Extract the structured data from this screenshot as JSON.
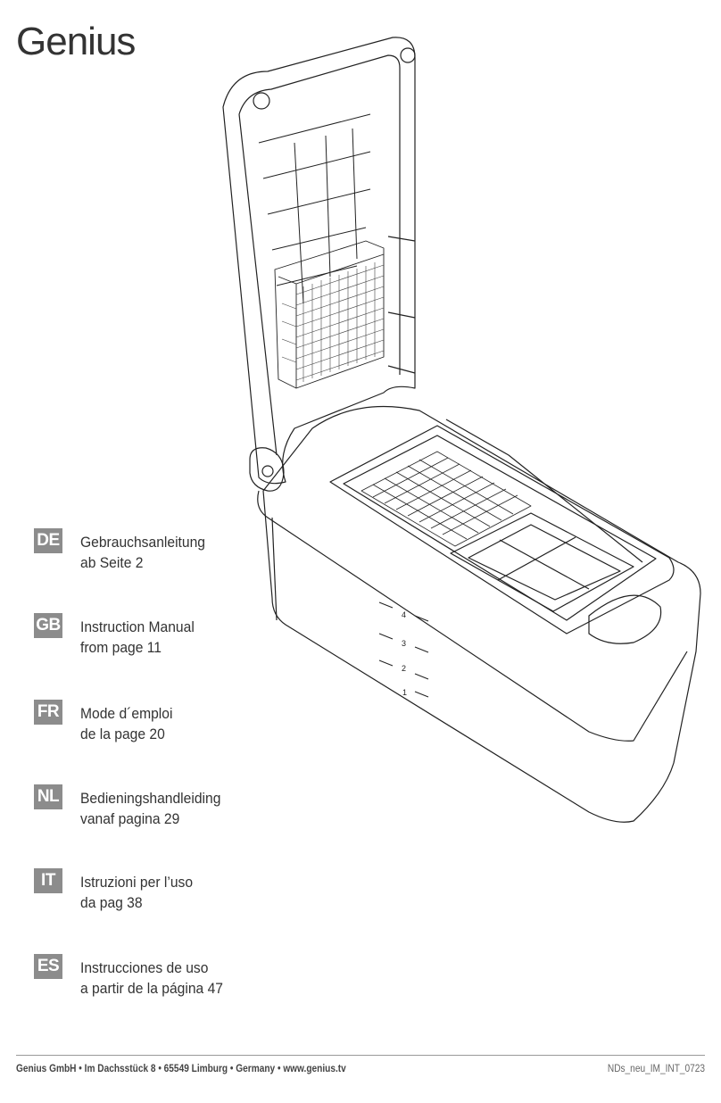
{
  "brand": {
    "name": "Genius"
  },
  "languages": [
    {
      "code": "DE",
      "line1": "Gebrauchsanleitung",
      "line2": "ab Seite 2"
    },
    {
      "code": "GB",
      "line1": "Instruction Manual",
      "line2": "from page 11"
    },
    {
      "code": "FR",
      "line1": "Mode d´emploi",
      "line2": "de la page 20"
    },
    {
      "code": "NL",
      "line1": "Bedieningshandleiding",
      "line2": "vanaf pagina 29"
    },
    {
      "code": "IT",
      "line1": "Istruzioni per l’uso",
      "line2": "da pag 38"
    },
    {
      "code": "ES",
      "line1": "Instrucciones de uso",
      "line2": "a partir de la página 47"
    }
  ],
  "product_labels": {
    "level_4": "4",
    "level_3": "3",
    "level_2": "2",
    "level_1": "1"
  },
  "footer": {
    "company": "Genius GmbH • Im Dachsstück 8 • 65549 Limburg • Germany • www.genius.tv",
    "doc_code": "NDs_neu_IM_INT_0723"
  },
  "colors": {
    "badge": "#8c8c8c",
    "text": "#333333",
    "line_art": "#222222"
  }
}
